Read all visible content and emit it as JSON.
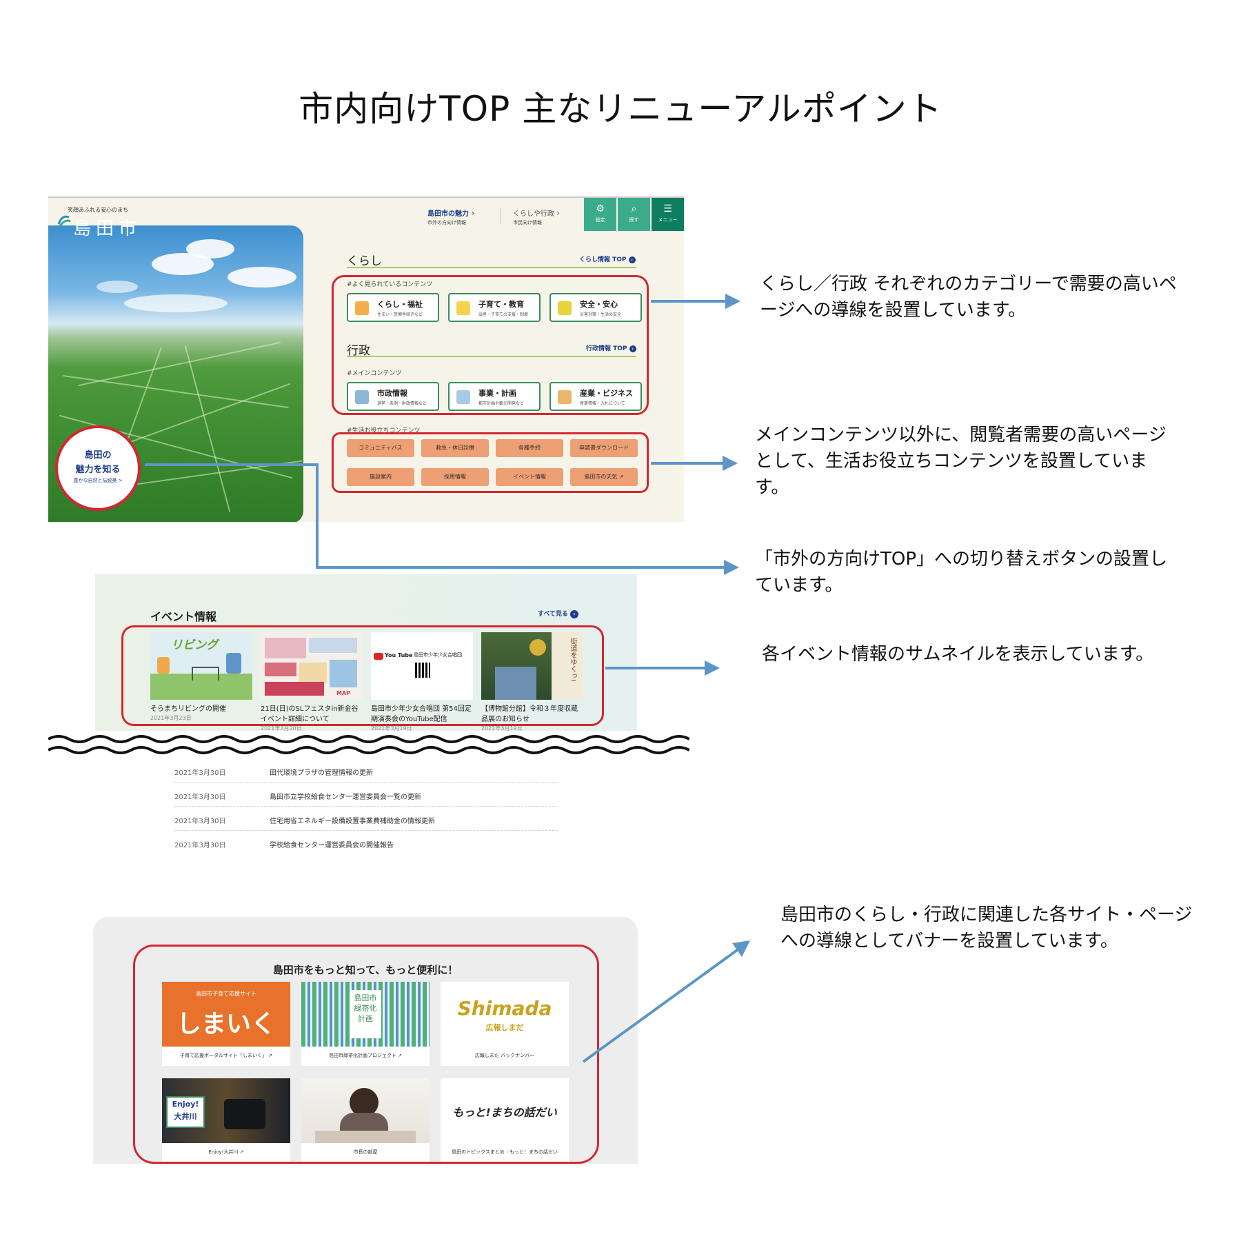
{
  "title": "市内向けTOP 主なリニューアルポイント",
  "site": {
    "tagline": "笑顔あふれる安心のまち",
    "logo": "島田市"
  },
  "nav": {
    "items": [
      {
        "label": "島田市の魅力",
        "sub": "市外の方向け情報"
      },
      {
        "label": "くらしや行政",
        "sub": "市民向け情報"
      }
    ],
    "buttons": [
      {
        "label": "設定",
        "icon": "⚙"
      },
      {
        "label": "探す",
        "icon": "⌕"
      },
      {
        "label": "メニュー",
        "icon": "☰"
      }
    ]
  },
  "hero": {
    "circle_line1": "島田の",
    "circle_line2": "魅力を知る",
    "circle_line3": "豊かな自然と伝統美 >"
  },
  "kurashi": {
    "heading": "くらし",
    "link": "くらし情報 TOP",
    "tag": "#よく見られているコンテンツ",
    "cards": [
      {
        "title": "くらし・福祉",
        "sub": "住まい・医療手続きなど"
      },
      {
        "title": "子育て・教育",
        "sub": "出産・子育ての支援・制度"
      },
      {
        "title": "安全・安心",
        "sub": "災害対策・生活の安全"
      }
    ]
  },
  "gyosei": {
    "heading": "行政",
    "link": "行政情報 TOP",
    "tag": "#メインコンテンツ",
    "cards": [
      {
        "title": "市政情報",
        "sub": "選挙・条例・財政情報など"
      },
      {
        "title": "事業・計画",
        "sub": "都市計画や観光開発など"
      },
      {
        "title": "産業・ビジネス",
        "sub": "産業情報・入札について"
      }
    ]
  },
  "util": {
    "tag": "#生活お役立ちコンテンツ",
    "buttons": [
      "コミュニティバス",
      "救急・休日診療",
      "各種手続",
      "申請書ダウンロード",
      "施設案内",
      "採用情報",
      "イベント情報",
      "島田市の天気 ↗"
    ]
  },
  "events": {
    "heading": "イベント情報",
    "all_link": "すべて見る",
    "items": [
      {
        "title": "そらまちリビングの開催",
        "date": "2021年3月23日",
        "thumb_text": "リビング"
      },
      {
        "title": "21日(日)のSLフェスタin新金谷イベント詳細について",
        "date": "2021年3月20日",
        "thumb_text": "MAP"
      },
      {
        "title": "島田市少年少女合唱団 第54回定期演奏会のYouTube配信",
        "date": "2021年3月19日",
        "thumb_text": "島田市少年少女合唱団"
      },
      {
        "title": "【博物館分館】令和３年度収蔵品展のお知らせ",
        "date": "2021年3月19日",
        "thumb_text": "街道をゆくっ!"
      }
    ]
  },
  "news": [
    {
      "date": "2021年3月30日",
      "title": "田代環境プラザの管理情報の更新"
    },
    {
      "date": "2021年3月30日",
      "title": "島田市立学校給食センター運営委員会一覧の更新"
    },
    {
      "date": "2021年3月30日",
      "title": "住宅用省エネルギー設備設置事業費補助金の情報更新"
    },
    {
      "date": "2021年3月30日",
      "title": "学校給食センター運営委員会の開催報告"
    }
  ],
  "banners": {
    "heading": "島田市をもっと知って、もっと便利に！",
    "items": [
      {
        "caption": "子育て応援ポータルサイト「しまいく」 ↗",
        "img_text": "しまいく",
        "img_sub": "島田市子育て応援サイト"
      },
      {
        "caption": "島田市緑茶化計画プロジェクト ↗",
        "img_text": "島田市緑茶化計画"
      },
      {
        "caption": "広報しまだ バックナンバー",
        "img_text": "Shimada",
        "img_sub": "広報しまだ"
      },
      {
        "caption": "Enjoy!大井川 ↗",
        "img_text": "Enjoy! 大井川"
      },
      {
        "caption": "市長の部屋",
        "img_text": ""
      },
      {
        "caption": "島田のトピックスまとめ｜もっと！まちの話だい",
        "img_text": "もっと!まちの話だい"
      }
    ]
  },
  "notes": [
    "くらし／行政 それぞれのカテゴリーで需要の高いページへの導線を設置しています。",
    "メインコンテンツ以外に、閲覧者需要の高いページとして、生活お役立ちコンテンツを設置しています。",
    "「市外の方向けTOP」への切り替えボタンの設置しています。",
    "各イベント情報のサムネイルを表示しています。",
    "島田市のくらし・行政に関連した各サイト・ページへの導線としてバナーを設置しています。"
  ],
  "colors": {
    "accent_red": "#d52630",
    "arrow_blue": "#5b95c9",
    "nav_green": "#3cab8c",
    "util_orange": "#ee9f73",
    "link_navy": "#1d3b8c"
  }
}
